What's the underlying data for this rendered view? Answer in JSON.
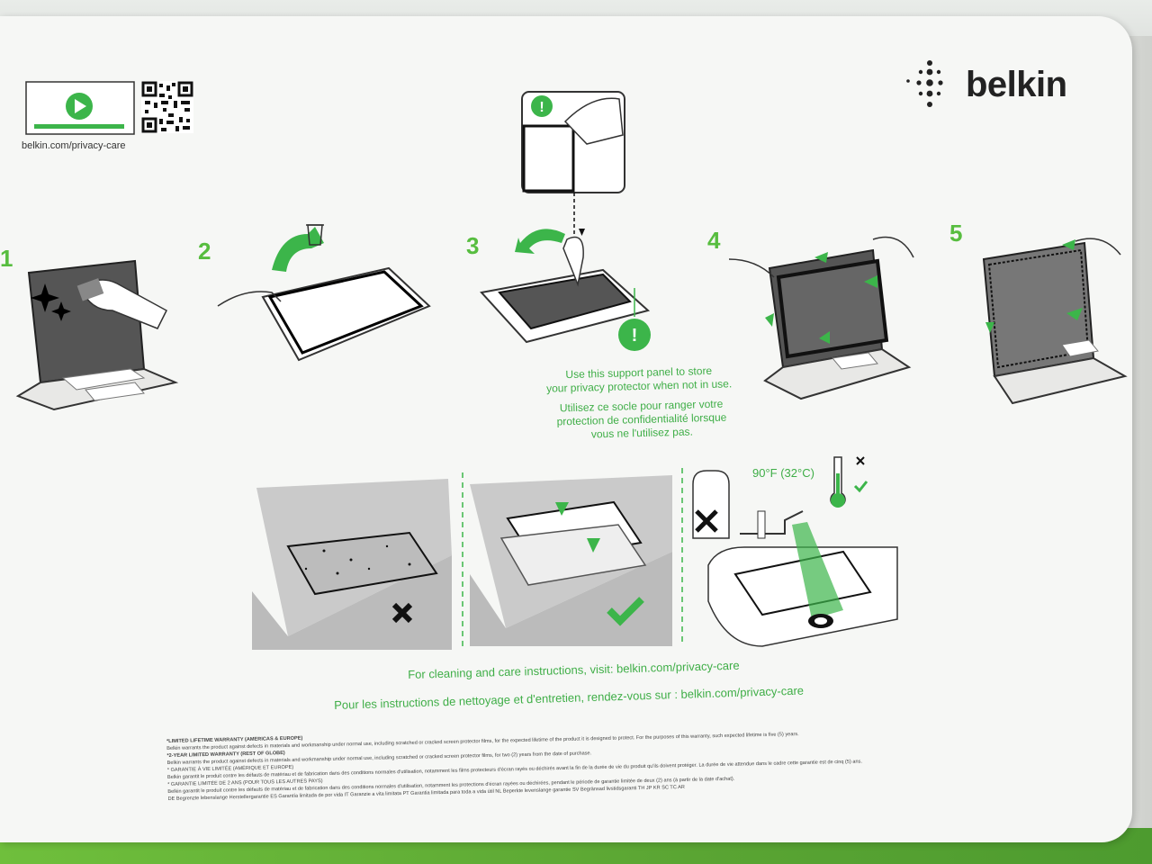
{
  "brand": {
    "name": "belkin"
  },
  "video": {
    "url": "belkin.com/privacy-care"
  },
  "steps": [
    "1",
    "2",
    "3",
    "4",
    "5"
  ],
  "support_panel": {
    "en": [
      "Use this support panel to store",
      "your privacy protector when not in use."
    ],
    "fr": [
      "Utilisez ce socle pour ranger votre",
      "protection de confidentialité lorsque",
      "vous ne l'utilisez pas."
    ]
  },
  "cleaning": {
    "temperature": "90°F (32°C)"
  },
  "care": {
    "en": "For cleaning and care instructions, visit: belkin.com/privacy-care",
    "fr": "Pour les instructions de nettoyage et d'entretien, rendez-vous sur : belkin.com/privacy-care"
  },
  "warranty": [
    "*LIMITED LIFETIME WARRANTY (AMERICAS & EUROPE)",
    "Belkin warrants the product against defects in materials and workmanship under normal use, including scratched or cracked screen protector films, for the expected lifetime of the product it is designed to protect. For the purposes of this warranty, such expected lifetime is five (5) years.",
    "*2-YEAR LIMITED WARRANTY (REST OF GLOBE)",
    "Belkin warrants the product against defects in materials and workmanship under normal use, including scratched or cracked screen protector films, for two (2) years from the date of purchase.",
    "* GARANTIE À VIE LIMITÉE (AMÉRIQUE ET EUROPE)",
    "Belkin garantit le produit contre les défauts de matériau et de fabrication dans des conditions normales d'utilisation, notamment les films protecteurs d'écran rayés ou déchirés avant la fin de la durée de vie du produit qu'ils doivent protéger. La durée de vie attendue dans le cadre cette garantie est de cinq (5) ans.",
    "* GARANTIE LIMITÉE DE 2 ANS (POUR TOUS LES AUTRES PAYS)",
    "Belkin garantit le produit contre les défauts de matériau et de fabrication dans des conditions normales d'utilisation, notamment les protections d'écran rayées ou déchirées, pendant le période de garantie limitée de deux (2) ans (à partir de la date d'achat).",
    "DE Begrenzte lebenslange Herstellergarantie  ES Garantía limitada de por vida  IT Garanzie a vita limitata  PT Garantia limitada para toda a vida útil  NL Beperkte levenslange garantie  SV Begränsad livstidsgaranti  TH  JP  KR  SC  TC  AR"
  ],
  "colors": {
    "accent": "#3cb54a",
    "card": "#f6f7f5",
    "tray": "#5aa533"
  }
}
